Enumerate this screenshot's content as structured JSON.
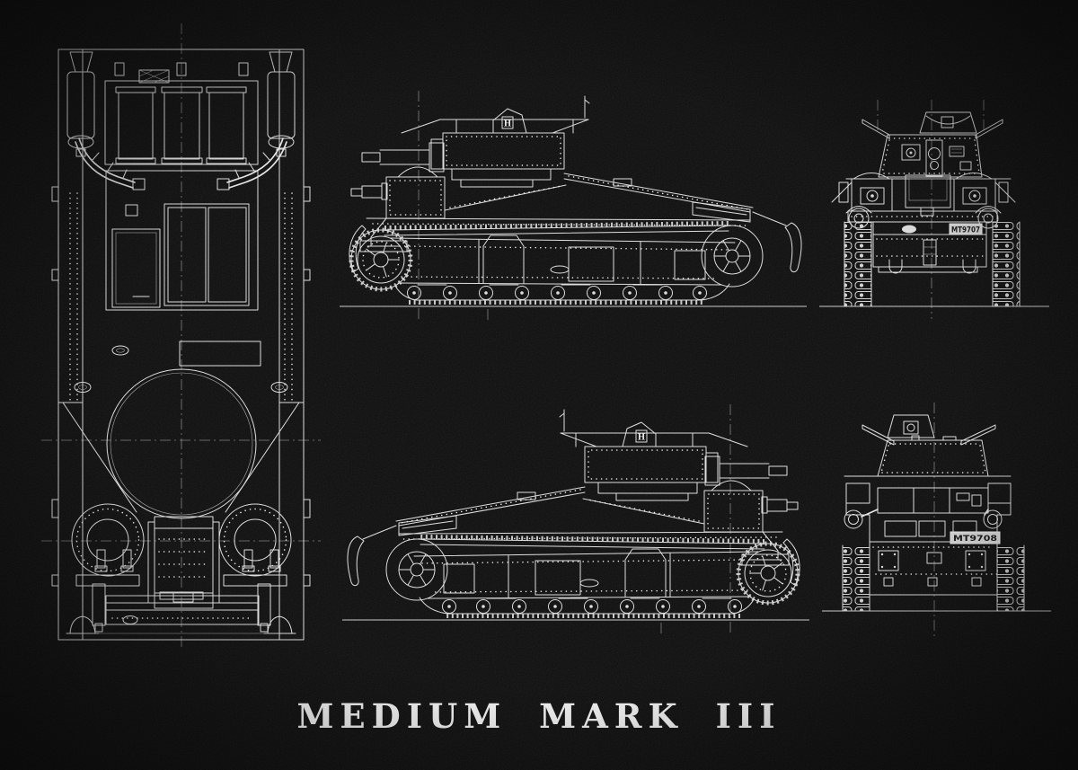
{
  "title": "MEDIUM MARK III",
  "plates": {
    "front": "MT9707",
    "rear": "MT9708"
  },
  "cupola_mark": "H",
  "colors": {
    "background": "#0b0b0b",
    "line": "#dcdcdc",
    "construction_line": "#8f8f8f",
    "plate_background": "#d9d9d9",
    "plate_text": "#111111",
    "title_text": "#f2f2f2"
  }
}
